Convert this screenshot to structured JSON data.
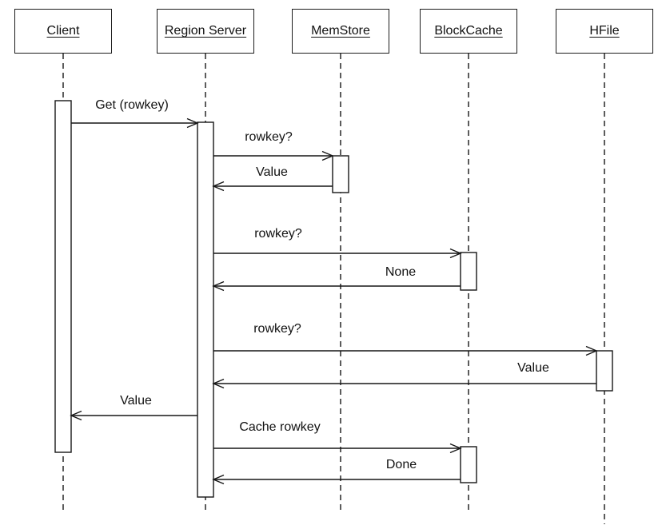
{
  "diagram": {
    "type": "uml-sequence-diagram",
    "participants": [
      {
        "id": "client",
        "label": "Client"
      },
      {
        "id": "region_server",
        "label": "Region Server"
      },
      {
        "id": "memstore",
        "label": "MemStore"
      },
      {
        "id": "blockcache",
        "label": "BlockCache"
      },
      {
        "id": "hfile",
        "label": "HFile"
      }
    ],
    "messages": [
      {
        "from": "client",
        "to": "region_server",
        "label": "Get (rowkey)"
      },
      {
        "from": "region_server",
        "to": "memstore",
        "label": "rowkey?"
      },
      {
        "from": "memstore",
        "to": "region_server",
        "label": "Value"
      },
      {
        "from": "region_server",
        "to": "blockcache",
        "label": "rowkey?"
      },
      {
        "from": "blockcache",
        "to": "region_server",
        "label": "None"
      },
      {
        "from": "region_server",
        "to": "hfile",
        "label": "rowkey?"
      },
      {
        "from": "hfile",
        "to": "region_server",
        "label": "Value"
      },
      {
        "from": "region_server",
        "to": "client",
        "label": "Value"
      },
      {
        "from": "region_server",
        "to": "blockcache",
        "label": "Cache rowkey"
      },
      {
        "from": "blockcache",
        "to": "region_server",
        "label": "Done"
      }
    ],
    "colors": {
      "line": "#161616",
      "background": "#ffffff",
      "activation_fill": "#ffffff"
    }
  }
}
